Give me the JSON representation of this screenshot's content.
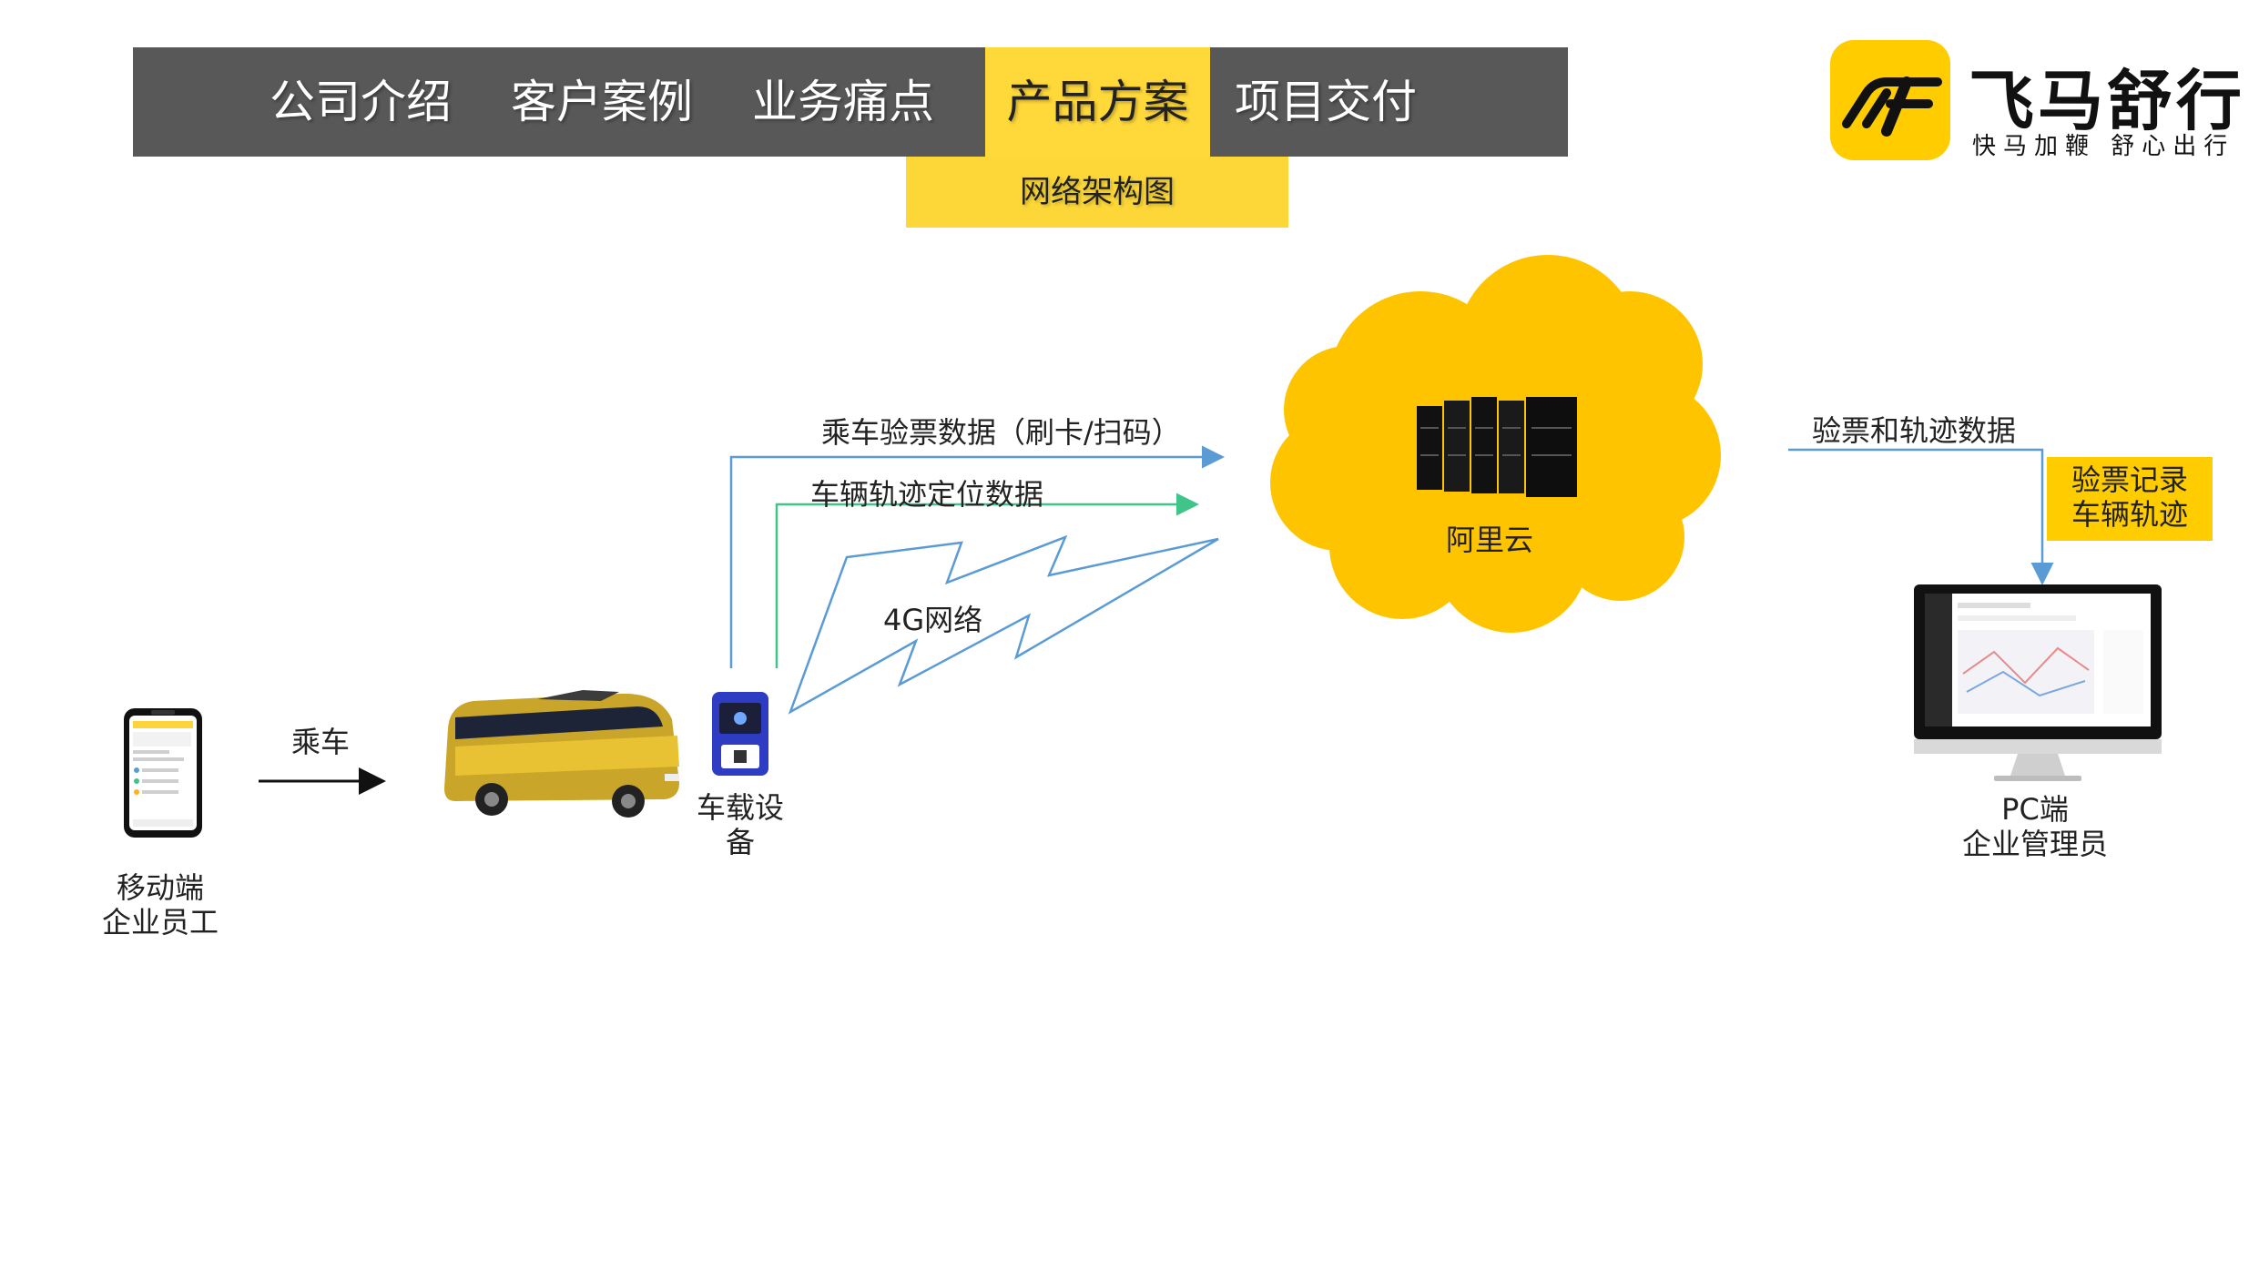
{
  "nav": {
    "tabs": [
      {
        "label": "公司介绍",
        "active": false
      },
      {
        "label": "客户案例",
        "active": false
      },
      {
        "label": "业务痛点",
        "active": false
      },
      {
        "label": "产品方案",
        "active": true
      },
      {
        "label": "项目交付",
        "active": false
      }
    ],
    "subtab": "网络架构图"
  },
  "logo": {
    "name": "飞马舒行",
    "slogan": "快马加鞭   舒心出行",
    "mark_icon": "feima-logo-icon",
    "brand_color": "#ffcc00"
  },
  "diagram": {
    "mobile": {
      "line1": "移动端",
      "line2": "企业员工",
      "icon": "smartphone-icon"
    },
    "ride_label": "乘车",
    "bus": {
      "icon": "bus-icon"
    },
    "device": {
      "line1": "车载设",
      "line2": "备",
      "icon": "onboard-device-icon"
    },
    "flows": {
      "ticket": "乘车验票数据（刷卡/扫码）",
      "track": "车辆轨迹定位数据",
      "network": "4G网络"
    },
    "cloud": {
      "label": "阿里云",
      "icon": "server-rack-icon",
      "color": "#ffc400"
    },
    "upload_label": "验票和轨迹数据",
    "callout": {
      "line1": "验票记录",
      "line2": "车辆轨迹"
    },
    "pc": {
      "line1": "PC端",
      "line2": "企业管理员",
      "icon": "monitor-icon"
    },
    "colors": {
      "ticket_line": "#5b9bd5",
      "track_line": "#3fc58a"
    }
  }
}
